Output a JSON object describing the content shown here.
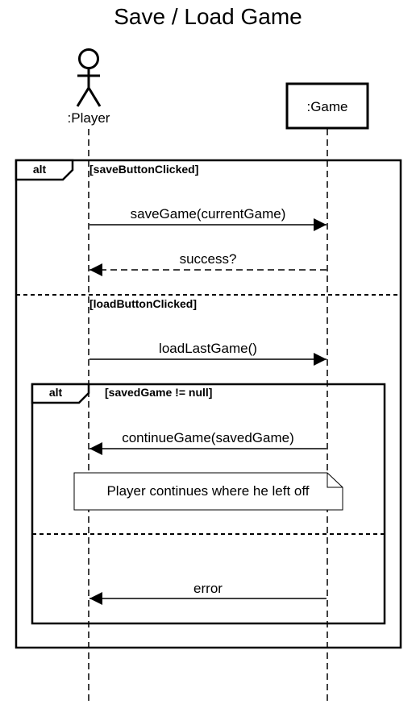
{
  "title": "Save / Load Game",
  "lifelines": {
    "player": ":Player",
    "game": ":Game"
  },
  "outer_fragment": {
    "operator": "alt",
    "guard_1": "[saveButtonClicked]",
    "guard_2": "[loadButtonClicked]"
  },
  "inner_fragment": {
    "operator": "alt",
    "guard_1": "[savedGame != null]"
  },
  "messages": {
    "save_game": "saveGame(currentGame)",
    "success": "success?",
    "load_last_game": "loadLastGame()",
    "continue_game": "continueGame(savedGame)",
    "error": "error"
  },
  "note": "Player continues where he left off"
}
